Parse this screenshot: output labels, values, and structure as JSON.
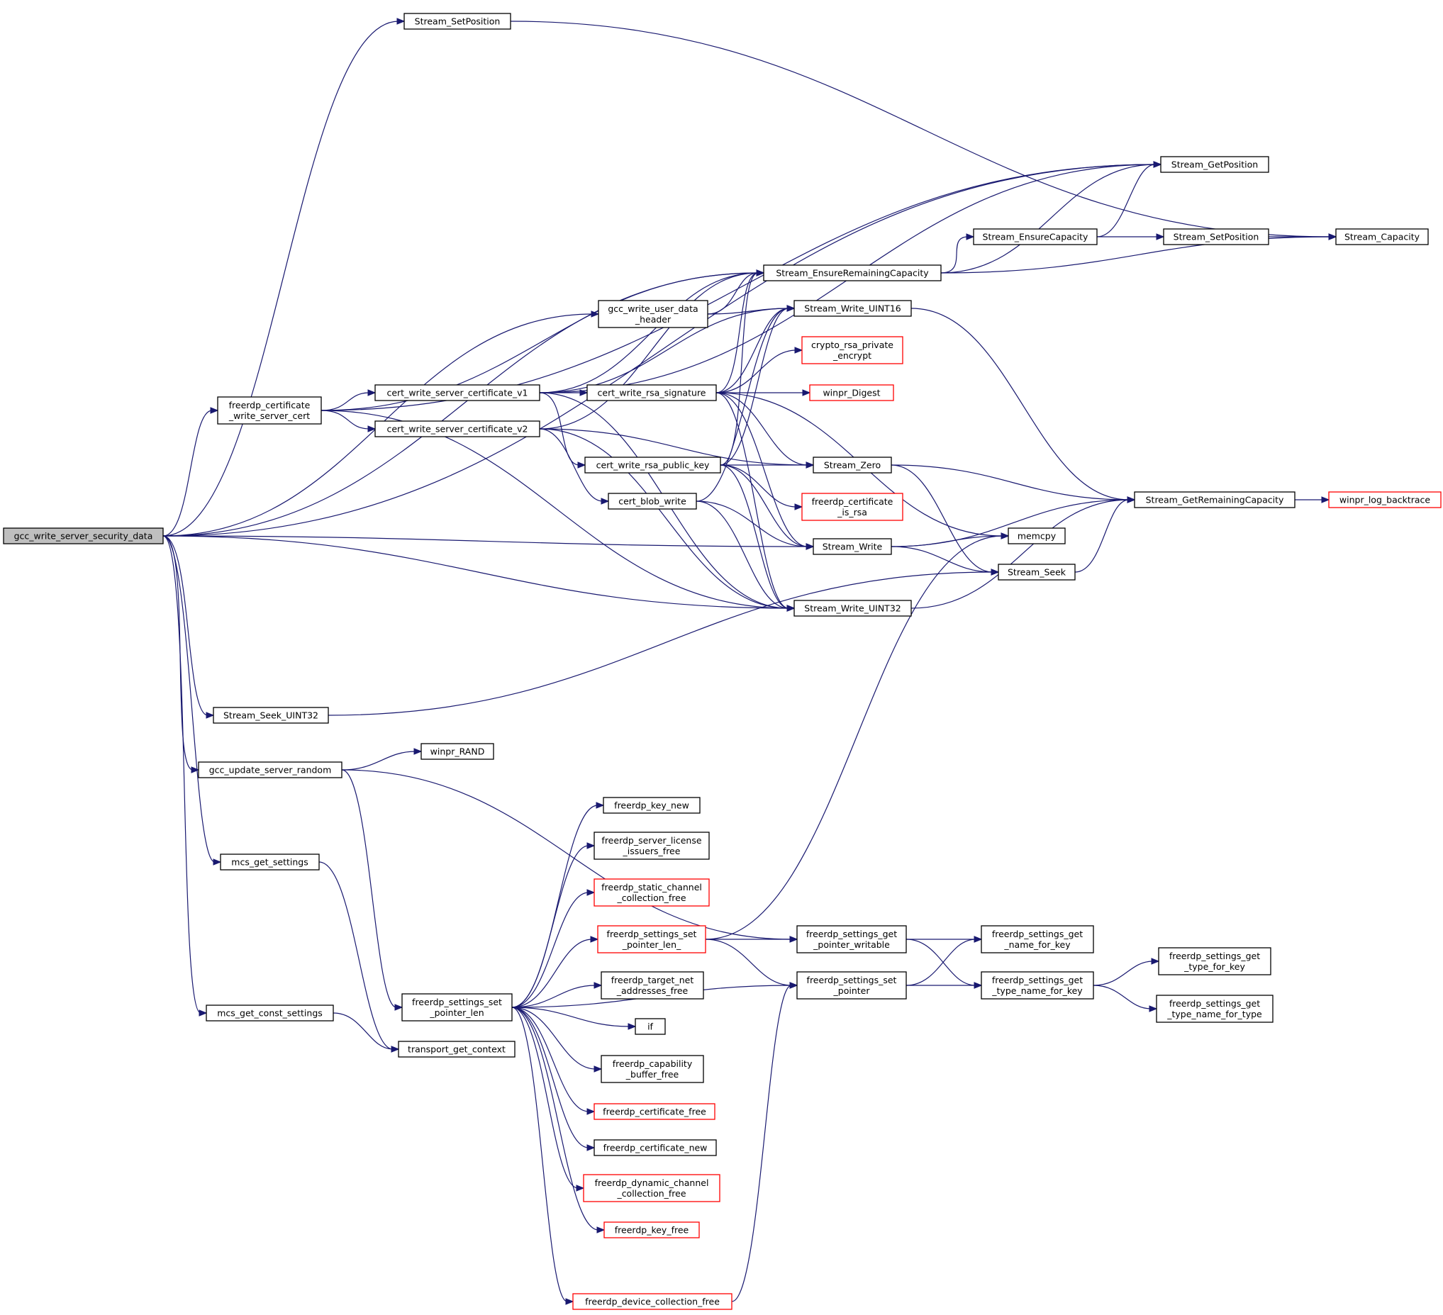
{
  "colors": {
    "edge": "#191970",
    "node_border": "#000000",
    "missing_border": "#ff0000",
    "root_fill": "#bfbfbf",
    "background": "#ffffff"
  },
  "nodes": {
    "gcc_write_server_security_data": {
      "lines": [
        "gcc_write_server_security_data"
      ],
      "style": "root"
    },
    "stream_setposition_a": {
      "lines": [
        "Stream_SetPosition"
      ],
      "style": "normal"
    },
    "stream_getposition": {
      "lines": [
        "Stream_GetPosition"
      ],
      "style": "normal"
    },
    "stream_capacity": {
      "lines": [
        "Stream_Capacity"
      ],
      "style": "normal"
    },
    "stream_ensurecapacity": {
      "lines": [
        "Stream_EnsureCapacity"
      ],
      "style": "normal"
    },
    "stream_setposition_b": {
      "lines": [
        "Stream_SetPosition"
      ],
      "style": "normal"
    },
    "stream_ensureremainingcapacity": {
      "lines": [
        "Stream_EnsureRemainingCapacity"
      ],
      "style": "normal"
    },
    "gcc_write_user_data_header": {
      "lines": [
        "gcc_write_user_data",
        "_header"
      ],
      "style": "normal"
    },
    "stream_write_uint16": {
      "lines": [
        "Stream_Write_UINT16"
      ],
      "style": "normal"
    },
    "crypto_rsa_private_encrypt": {
      "lines": [
        "crypto_rsa_private",
        "_encrypt"
      ],
      "style": "missing"
    },
    "freerdp_certificate_write_server_cert": {
      "lines": [
        "freerdp_certificate",
        "_write_server_cert"
      ],
      "style": "normal"
    },
    "cert_write_server_certificate_v1": {
      "lines": [
        "cert_write_server_certificate_v1"
      ],
      "style": "normal"
    },
    "cert_write_rsa_signature": {
      "lines": [
        "cert_write_rsa_signature"
      ],
      "style": "normal"
    },
    "winpr_digest": {
      "lines": [
        "winpr_Digest"
      ],
      "style": "missing"
    },
    "cert_write_server_certificate_v2": {
      "lines": [
        "cert_write_server_certificate_v2"
      ],
      "style": "normal"
    },
    "cert_write_rsa_public_key": {
      "lines": [
        "cert_write_rsa_public_key"
      ],
      "style": "normal"
    },
    "stream_zero": {
      "lines": [
        "Stream_Zero"
      ],
      "style": "normal"
    },
    "stream_getremainingcapacity": {
      "lines": [
        "Stream_GetRemainingCapacity"
      ],
      "style": "normal"
    },
    "winpr_log_backtrace": {
      "lines": [
        "winpr_log_backtrace"
      ],
      "style": "missing"
    },
    "freerdp_certificate_is_rsa": {
      "lines": [
        "freerdp_certificate",
        "_is_rsa"
      ],
      "style": "missing"
    },
    "cert_blob_write": {
      "lines": [
        "cert_blob_write"
      ],
      "style": "normal"
    },
    "memcpy": {
      "lines": [
        "memcpy"
      ],
      "style": "normal"
    },
    "stream_write": {
      "lines": [
        "Stream_Write"
      ],
      "style": "normal"
    },
    "stream_seek": {
      "lines": [
        "Stream_Seek"
      ],
      "style": "normal"
    },
    "stream_write_uint32": {
      "lines": [
        "Stream_Write_UINT32"
      ],
      "style": "normal"
    },
    "stream_seek_uint32": {
      "lines": [
        "Stream_Seek_UINT32"
      ],
      "style": "normal"
    },
    "winpr_rand": {
      "lines": [
        "winpr_RAND"
      ],
      "style": "normal"
    },
    "gcc_update_server_random": {
      "lines": [
        "gcc_update_server_random"
      ],
      "style": "normal"
    },
    "freerdp_key_new": {
      "lines": [
        "freerdp_key_new"
      ],
      "style": "normal"
    },
    "freerdp_server_license_issuers_free": {
      "lines": [
        "freerdp_server_license",
        "_issuers_free"
      ],
      "style": "normal"
    },
    "mcs_get_settings": {
      "lines": [
        "mcs_get_settings"
      ],
      "style": "normal"
    },
    "freerdp_static_channel_collection_free": {
      "lines": [
        "freerdp_static_channel",
        "_collection_free"
      ],
      "style": "missing"
    },
    "freerdp_settings_set_pointer_len_": {
      "lines": [
        "freerdp_settings_set",
        "_pointer_len_"
      ],
      "style": "missing"
    },
    "freerdp_settings_get_pointer_writable": {
      "lines": [
        "freerdp_settings_get",
        "_pointer_writable"
      ],
      "style": "normal"
    },
    "freerdp_settings_get_name_for_key": {
      "lines": [
        "freerdp_settings_get",
        "_name_for_key"
      ],
      "style": "normal"
    },
    "freerdp_settings_get_type_for_key": {
      "lines": [
        "freerdp_settings_get",
        "_type_for_key"
      ],
      "style": "normal"
    },
    "freerdp_target_net_addresses_free": {
      "lines": [
        "freerdp_target_net",
        "_addresses_free"
      ],
      "style": "normal"
    },
    "freerdp_settings_set_pointer": {
      "lines": [
        "freerdp_settings_set",
        "_pointer"
      ],
      "style": "normal"
    },
    "freerdp_settings_get_type_name_for_key": {
      "lines": [
        "freerdp_settings_get",
        "_type_name_for_key"
      ],
      "style": "normal"
    },
    "freerdp_settings_get_type_name_for_type": {
      "lines": [
        "freerdp_settings_get",
        "_type_name_for_type"
      ],
      "style": "normal"
    },
    "freerdp_settings_set_pointer_len": {
      "lines": [
        "freerdp_settings_set",
        "_pointer_len"
      ],
      "style": "normal"
    },
    "mcs_get_const_settings": {
      "lines": [
        "mcs_get_const_settings"
      ],
      "style": "normal"
    },
    "if": {
      "lines": [
        "if"
      ],
      "style": "normal"
    },
    "transport_get_context": {
      "lines": [
        "transport_get_context"
      ],
      "style": "normal"
    },
    "freerdp_capability_buffer_free": {
      "lines": [
        "freerdp_capability",
        "_buffer_free"
      ],
      "style": "normal"
    },
    "freerdp_certificate_free": {
      "lines": [
        "freerdp_certificate_free"
      ],
      "style": "missing"
    },
    "freerdp_certificate_new": {
      "lines": [
        "freerdp_certificate_new"
      ],
      "style": "normal"
    },
    "freerdp_dynamic_channel_collection_free": {
      "lines": [
        "freerdp_dynamic_channel",
        "_collection_free"
      ],
      "style": "missing"
    },
    "freerdp_key_free": {
      "lines": [
        "freerdp_key_free"
      ],
      "style": "missing"
    },
    "freerdp_device_collection_free": {
      "lines": [
        "freerdp_device_collection_free"
      ],
      "style": "missing"
    }
  },
  "edges": [
    [
      "gcc_write_server_security_data",
      "stream_setposition_a"
    ],
    [
      "gcc_write_server_security_data",
      "stream_getposition"
    ],
    [
      "gcc_write_server_security_data",
      "stream_ensureremainingcapacity"
    ],
    [
      "gcc_write_server_security_data",
      "gcc_write_user_data_header"
    ],
    [
      "gcc_write_server_security_data",
      "freerdp_certificate_write_server_cert"
    ],
    [
      "gcc_write_server_security_data",
      "stream_write"
    ],
    [
      "gcc_write_server_security_data",
      "stream_write_uint32"
    ],
    [
      "gcc_write_server_security_data",
      "stream_seek_uint32"
    ],
    [
      "gcc_write_server_security_data",
      "gcc_update_server_random"
    ],
    [
      "gcc_write_server_security_data",
      "mcs_get_settings"
    ],
    [
      "gcc_write_server_security_data",
      "mcs_get_const_settings"
    ],
    [
      "stream_setposition_a",
      "stream_capacity"
    ],
    [
      "stream_ensureremainingcapacity",
      "stream_getposition"
    ],
    [
      "stream_ensureremainingcapacity",
      "stream_ensurecapacity"
    ],
    [
      "stream_ensureremainingcapacity",
      "stream_capacity"
    ],
    [
      "stream_ensurecapacity",
      "stream_getposition"
    ],
    [
      "stream_ensurecapacity",
      "stream_setposition_b"
    ],
    [
      "stream_setposition_b",
      "stream_capacity"
    ],
    [
      "gcc_write_user_data_header",
      "stream_ensureremainingcapacity"
    ],
    [
      "gcc_write_user_data_header",
      "stream_write_uint16"
    ],
    [
      "stream_write_uint16",
      "stream_getremainingcapacity"
    ],
    [
      "freerdp_certificate_write_server_cert",
      "stream_getposition"
    ],
    [
      "freerdp_certificate_write_server_cert",
      "stream_ensureremainingcapacity"
    ],
    [
      "freerdp_certificate_write_server_cert",
      "cert_write_server_certificate_v1"
    ],
    [
      "freerdp_certificate_write_server_cert",
      "cert_write_server_certificate_v2"
    ],
    [
      "freerdp_certificate_write_server_cert",
      "stream_write_uint32"
    ],
    [
      "cert_write_server_certificate_v1",
      "stream_getposition"
    ],
    [
      "cert_write_server_certificate_v1",
      "stream_ensureremainingcapacity"
    ],
    [
      "cert_write_server_certificate_v1",
      "stream_write_uint16"
    ],
    [
      "cert_write_server_certificate_v1",
      "cert_write_rsa_signature"
    ],
    [
      "cert_write_server_certificate_v1",
      "cert_write_rsa_public_key"
    ],
    [
      "cert_write_server_certificate_v1",
      "stream_write_uint32"
    ],
    [
      "cert_write_server_certificate_v2",
      "stream_ensureremainingcapacity"
    ],
    [
      "cert_write_server_certificate_v2",
      "stream_zero"
    ],
    [
      "cert_write_server_certificate_v2",
      "cert_blob_write"
    ],
    [
      "cert_write_server_certificate_v2",
      "stream_write_uint32"
    ],
    [
      "cert_write_rsa_signature",
      "stream_ensureremainingcapacity"
    ],
    [
      "cert_write_rsa_signature",
      "stream_write_uint16"
    ],
    [
      "cert_write_rsa_signature",
      "crypto_rsa_private_encrypt"
    ],
    [
      "cert_write_rsa_signature",
      "winpr_digest"
    ],
    [
      "cert_write_rsa_signature",
      "stream_zero"
    ],
    [
      "cert_write_rsa_signature",
      "memcpy"
    ],
    [
      "cert_write_rsa_signature",
      "stream_write"
    ],
    [
      "cert_write_rsa_signature",
      "stream_write_uint32"
    ],
    [
      "cert_write_rsa_public_key",
      "stream_ensureremainingcapacity"
    ],
    [
      "cert_write_rsa_public_key",
      "stream_write_uint16"
    ],
    [
      "cert_write_rsa_public_key",
      "stream_zero"
    ],
    [
      "cert_write_rsa_public_key",
      "freerdp_certificate_is_rsa"
    ],
    [
      "cert_write_rsa_public_key",
      "stream_write"
    ],
    [
      "cert_write_rsa_public_key",
      "stream_write_uint32"
    ],
    [
      "cert_blob_write",
      "stream_write_uint16"
    ],
    [
      "cert_blob_write",
      "stream_write"
    ],
    [
      "cert_blob_write",
      "stream_write_uint32"
    ],
    [
      "stream_zero",
      "stream_getremainingcapacity"
    ],
    [
      "stream_zero",
      "stream_seek"
    ],
    [
      "stream_getremainingcapacity",
      "winpr_log_backtrace"
    ],
    [
      "stream_write",
      "stream_getremainingcapacity"
    ],
    [
      "stream_write",
      "memcpy"
    ],
    [
      "stream_write",
      "stream_seek"
    ],
    [
      "stream_seek",
      "stream_getremainingcapacity"
    ],
    [
      "stream_write_uint32",
      "stream_getremainingcapacity"
    ],
    [
      "stream_seek_uint32",
      "stream_seek"
    ],
    [
      "gcc_update_server_random",
      "winpr_rand"
    ],
    [
      "gcc_update_server_random",
      "freerdp_settings_get_pointer_writable"
    ],
    [
      "gcc_update_server_random",
      "freerdp_settings_set_pointer_len"
    ],
    [
      "mcs_get_settings",
      "transport_get_context"
    ],
    [
      "mcs_get_const_settings",
      "transport_get_context"
    ],
    [
      "freerdp_settings_set_pointer_len",
      "freerdp_key_new"
    ],
    [
      "freerdp_settings_set_pointer_len",
      "freerdp_server_license_issuers_free"
    ],
    [
      "freerdp_settings_set_pointer_len",
      "freerdp_static_channel_collection_free"
    ],
    [
      "freerdp_settings_set_pointer_len",
      "freerdp_settings_set_pointer_len_"
    ],
    [
      "freerdp_settings_set_pointer_len",
      "freerdp_target_net_addresses_free"
    ],
    [
      "freerdp_settings_set_pointer_len",
      "if"
    ],
    [
      "freerdp_settings_set_pointer_len",
      "freerdp_capability_buffer_free"
    ],
    [
      "freerdp_settings_set_pointer_len",
      "freerdp_certificate_free"
    ],
    [
      "freerdp_settings_set_pointer_len",
      "freerdp_certificate_new"
    ],
    [
      "freerdp_settings_set_pointer_len",
      "freerdp_dynamic_channel_collection_free"
    ],
    [
      "freerdp_settings_set_pointer_len",
      "freerdp_key_free"
    ],
    [
      "freerdp_settings_set_pointer_len",
      "freerdp_device_collection_free"
    ],
    [
      "freerdp_settings_set_pointer_len",
      "freerdp_settings_set_pointer"
    ],
    [
      "freerdp_settings_set_pointer_len_",
      "memcpy"
    ],
    [
      "freerdp_settings_set_pointer_len_",
      "freerdp_settings_get_pointer_writable"
    ],
    [
      "freerdp_settings_set_pointer_len_",
      "freerdp_settings_set_pointer"
    ],
    [
      "freerdp_settings_get_pointer_writable",
      "freerdp_settings_get_name_for_key"
    ],
    [
      "freerdp_settings_get_pointer_writable",
      "freerdp_settings_get_type_name_for_key"
    ],
    [
      "freerdp_settings_set_pointer",
      "freerdp_settings_get_name_for_key"
    ],
    [
      "freerdp_settings_set_pointer",
      "freerdp_settings_get_type_name_for_key"
    ],
    [
      "freerdp_settings_get_type_name_for_key",
      "freerdp_settings_get_type_for_key"
    ],
    [
      "freerdp_settings_get_type_name_for_key",
      "freerdp_settings_get_type_name_for_type"
    ],
    [
      "freerdp_device_collection_free",
      "freerdp_settings_set_pointer"
    ]
  ]
}
